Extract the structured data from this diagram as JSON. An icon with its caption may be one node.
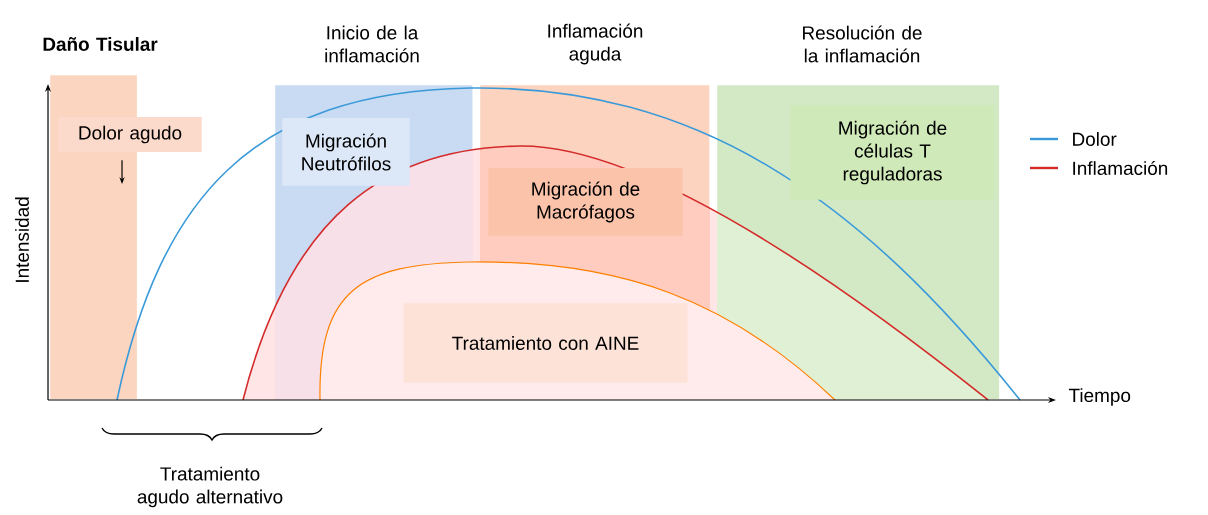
{
  "diagram": {
    "nodes": [
      {
        "text": [
          "Daño Tisular"
        ]
      },
      {
        "text": [
          "Dolor agudo"
        ]
      },
      {
        "text": [
          "Inicio de la inflamación"
        ]
      },
      {
        "text": [
          "Migración Neutrófilos"
        ],
        "in": 2
      },
      {
        "text": [
          "Inflamación aguda"
        ]
      },
      {
        "text": [
          "Migración de Macrófagos"
        ],
        "in": 4
      },
      {
        "text": [
          "Resolución de la inflamación"
        ]
      },
      {
        "text": [
          "Migración de células T reguladoras"
        ],
        "in": 6
      },
      {
        "text": [
          "Tratamiento con AINE"
        ]
      }
    ],
    "labels": [
      "Intensidad",
      "Tiempo",
      "Tratamiento agudo alternativo"
    ],
    "legend": [
      {
        "text": "Dolor"
      },
      {
        "text": "Inflamación"
      }
    ]
  }
}
